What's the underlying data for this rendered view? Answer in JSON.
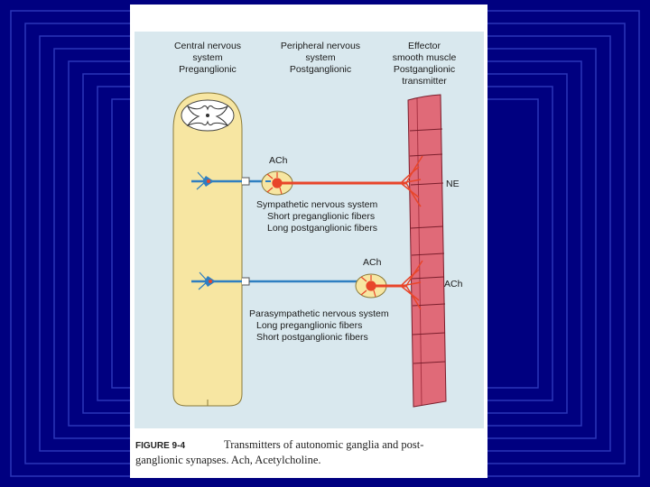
{
  "header": {
    "col1": [
      "Central nervous",
      "system",
      "Preganglionic"
    ],
    "col2": [
      "Peripheral nervous",
      "system",
      "Postganglionic"
    ],
    "col3": [
      "Effector",
      "smooth muscle",
      "Postganglionic",
      "transmitter"
    ]
  },
  "sympathetic": {
    "ganglion_transmitter": "ACh",
    "effector_transmitter": "NE",
    "lines": [
      "Sympathetic nervous system",
      "Short preganglionic fibers",
      "Long postganglionic fibers"
    ]
  },
  "parasympathetic": {
    "ganglion_transmitter": "ACh",
    "effector_transmitter": "ACh",
    "lines": [
      "Parasympathetic nervous system",
      "Long preganglionic fibers",
      "Short postganglionic fibers"
    ]
  },
  "caption": {
    "label": "FIGURE 9-4",
    "line1": "Transmitters of autonomic ganglia and post-",
    "line2": "ganglionic synapses. Ach, Acetylcholine."
  },
  "colors": {
    "slide_background": "#000080",
    "panel": "#d9e8ee",
    "spinal_cord": "#f7e6a2",
    "muscle": "#e06a78",
    "preganglionic_fiber": "#2f7fc1",
    "postganglionic_fiber": "#e8452a"
  }
}
